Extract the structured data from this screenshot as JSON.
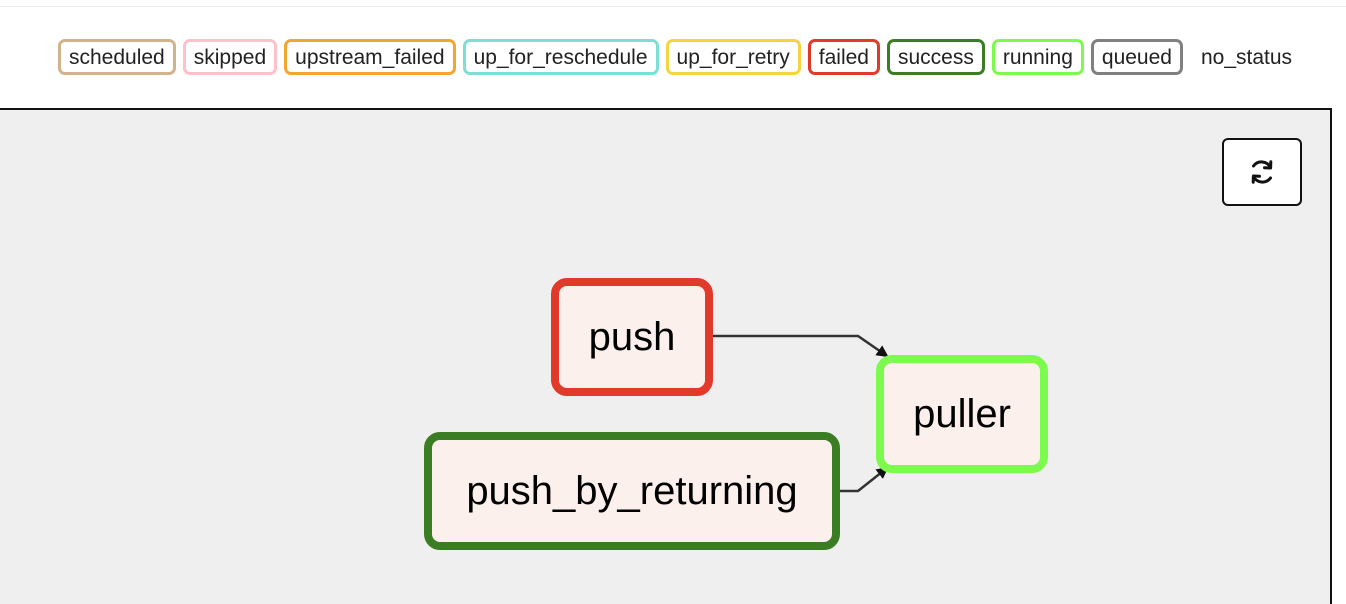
{
  "legend": {
    "items": [
      {
        "label": "scheduled",
        "color": "#D2B48C"
      },
      {
        "label": "skipped",
        "color": "#FFC0CB"
      },
      {
        "label": "upstream_failed",
        "color": "#F1A630"
      },
      {
        "label": "up_for_reschedule",
        "color": "#7BDFD3"
      },
      {
        "label": "up_for_retry",
        "color": "#F5D441"
      },
      {
        "label": "failed",
        "color": "#E23A2A"
      },
      {
        "label": "success",
        "color": "#3A7D22"
      },
      {
        "label": "running",
        "color": "#7CFA4E"
      },
      {
        "label": "queued",
        "color": "#808080"
      },
      {
        "label": "no_status",
        "color": "#FFFFFF"
      }
    ]
  },
  "graph": {
    "refresh_icon": "refresh-icon",
    "nodes": [
      {
        "id": "push",
        "label": "push",
        "state": "failed",
        "border": "#E23A2A"
      },
      {
        "id": "push_by_returning",
        "label": "push_by_returning",
        "state": "success",
        "border": "#3A7D22"
      },
      {
        "id": "puller",
        "label": "puller",
        "state": "running",
        "border": "#7CFA4E"
      }
    ],
    "edges": [
      {
        "from": "push",
        "to": "puller"
      },
      {
        "from": "push_by_returning",
        "to": "puller"
      }
    ],
    "node_fill": "#FBF0EC",
    "background": "#EFEFEF"
  }
}
